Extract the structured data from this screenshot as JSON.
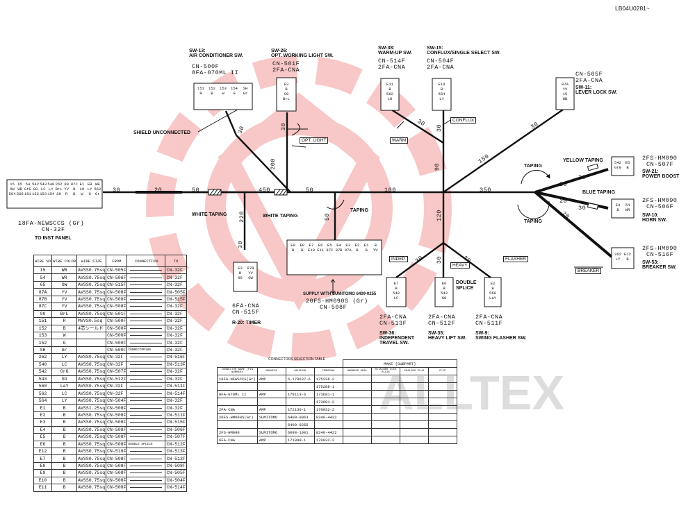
{
  "doc_id": "LB04U0281~",
  "watermark": "ALLTEX",
  "main_connector": {
    "name": "18FA-NEWSCCS (Gr)",
    "code": "CN-32F",
    "note": "TO INST PANEL"
  },
  "trunk_lengths": {
    "l30": "30",
    "l20": "20",
    "l50a": "50",
    "l450": "450",
    "l50b": "50",
    "l100": "100",
    "l350": "350",
    "l200": "200",
    "l220": "220",
    "l50c": "50",
    "l120": "120",
    "l90": "90",
    "l150": "150"
  },
  "branch_lengths": {
    "sw13": "30",
    "sw26": "30",
    "sw38": "30",
    "sw15": "30",
    "sw11": "30",
    "r20": "30",
    "sw21a": "30",
    "sw21b": "20",
    "sw10a": "30",
    "sw10b": "20",
    "sw53": "20",
    "sw36": "30",
    "sw35": "30",
    "sw9": "30"
  },
  "notes": {
    "shield": "SHIELD UNCONNECTED",
    "white_taping_1": "WHITE TAPING",
    "white_taping_2": "WHITE TAPING",
    "taping_1": "TAPING",
    "taping_2": "TAPING",
    "taping_3": "TAPING",
    "yellow_taping": "YELLOW TAPING",
    "blue_taping": "BLUE TAPING",
    "double_splice": "DOUBLE SPLICE",
    "supply": "SUPPLY WITH SUMITOMO 6409-0255"
  },
  "tags": {
    "opt_light": "OPT. LIGHT",
    "warm": "WARM",
    "conflux": "CONFLUX",
    "indep": "INDEP.",
    "heavy": "HEAVY",
    "flasher": "FLASHER",
    "breaker": "BREAKER"
  },
  "switches": {
    "sw13": {
      "title": "SW-13:",
      "desc": "AIR CONDITIONER SW.",
      "cn": "CN-500F",
      "part": "8FA-070ML II"
    },
    "sw26": {
      "title": "SW-26:",
      "desc": "OPT. WORKING LIGHT SW.",
      "cn": "CN-501F",
      "part": "2FA-CNA"
    },
    "sw38": {
      "title": "SW-38:",
      "desc": "WARM-UP SW.",
      "cn": "CN-514F",
      "part": "2FA-CNA"
    },
    "sw15": {
      "title": "SW-15:",
      "desc": "CONFLUX/SINGLE SELECT SW.",
      "cn": "CN-504F",
      "part": "2FA-CNA"
    },
    "sw11": {
      "cn": "CN-505F",
      "part": "2FA-CNA",
      "title": "SW-11:",
      "desc": "LEVER LOCK SW."
    },
    "sw21": {
      "part": "2FS-HM090",
      "cn": "CN-507F",
      "title": "SW-21:",
      "desc": "POWER BOOST"
    },
    "sw10": {
      "part": "2FS-HM090",
      "cn": "CN-506F",
      "title": "SW-10:",
      "desc": "HORN SW."
    },
    "sw53": {
      "part": "2FS-HM090",
      "cn": "CN-516F",
      "title": "SW-53:",
      "desc": "BREAKER SW."
    },
    "r20": {
      "part": "6FA-CNA",
      "cn": "CN-515F",
      "title": "R-20: TIMER"
    },
    "cn508": {
      "part": "20FS-HM090S (Gr)",
      "cn": "CN-508F"
    },
    "sw36": {
      "part": "2FA-CNA",
      "cn": "CN-513F",
      "title": "SW-36:",
      "desc1": "INDEPENDENT",
      "desc2": "TRAVEL SW."
    },
    "sw35": {
      "part": "2FA-CNA",
      "cn": "CN-512F",
      "title": "SW-35:",
      "desc": "HEAVY LIFT SW."
    },
    "sw9": {
      "part": "2FA-CNA",
      "cn": "CN-511F",
      "title": "SW-9:",
      "desc": "SWING FLASHER SW."
    }
  },
  "wire_table": {
    "headers": [
      "WIRE NO",
      "WIRE COLOR",
      "WIRE SIZE",
      "FROM",
      "CONNECTION",
      "TO"
    ],
    "rows": [
      [
        "15",
        "WB",
        "AVSS0.75sq",
        "CN-505F",
        "",
        "CN-32F"
      ],
      [
        "54",
        "WR",
        "AVSS0.75sq",
        "CN-506F",
        "",
        "CN-32F"
      ],
      [
        "65",
        "OW",
        "AVSS0.75sq",
        "CN-515F",
        "",
        "CN-32F"
      ],
      [
        "87A",
        "YV",
        "AVSS0.75sq",
        "CN-508F",
        "",
        "CN-505F"
      ],
      [
        "87B",
        "YV",
        "AVSS0.75sq",
        "CN-508F",
        "",
        "CN-515F"
      ],
      [
        "87C",
        "YV",
        "AVSS0.75sq",
        "CN-508F",
        "",
        "CN-32F"
      ],
      [
        "99",
        "BrL",
        "AVSS0.75sq",
        "CN-501F",
        "",
        "CN-32F"
      ],
      [
        "151",
        "R",
        "MVVS0.5sq",
        "CN-500F",
        "",
        "CN-32F"
      ],
      [
        "152",
        "B",
        "4芯シールド",
        "CN-500F",
        "",
        "CN-32F"
      ],
      [
        "153",
        "W",
        "",
        "CN-500F",
        "",
        "CN-32F"
      ],
      [
        "152",
        "G",
        "",
        "CN-500F",
        "",
        "CN-32F"
      ],
      [
        "SH",
        "Gr",
        "",
        "CN-500F",
        "CONNECTOR180",
        "CN-32F"
      ],
      [
        "262",
        "LY",
        "AVSS0.75sq",
        "CN-32F",
        "",
        "CN-516F"
      ],
      [
        "540",
        "LC",
        "AVSS0.75sq",
        "CN-32F",
        "",
        "CN-513F"
      ],
      [
        "542",
        "GrG",
        "AVSS0.75sq",
        "CN-507F",
        "",
        "CN-32F"
      ],
      [
        "543",
        "GO",
        "AVSS0.75sq",
        "CN-512F",
        "",
        "CN-32F"
      ],
      [
        "560",
        "LaY",
        "AVSS0.75sq",
        "CN-32F",
        "",
        "CN-511F"
      ],
      [
        "562",
        "LC",
        "AVSS0.75sq",
        "CN-32F",
        "",
        "CN-514F"
      ],
      [
        "564",
        "LY",
        "AVSS0.75sq",
        "CN-504F",
        "",
        "CN-32F"
      ],
      [
        "E1",
        "B",
        "AVSS1.25sq",
        "CN-508F",
        "",
        "CN-32F"
      ],
      [
        "E2",
        "B",
        "AVSS0.75sq",
        "CN-508F",
        "",
        "CN-511F"
      ],
      [
        "E3",
        "B",
        "AVSS0.75sq",
        "CN-508F",
        "",
        "CN-515F"
      ],
      [
        "E4",
        "B",
        "AVSS0.75sq",
        "CN-508F",
        "",
        "CN-506F"
      ],
      [
        "E5",
        "B",
        "AVSS0.75sq",
        "CN-508F",
        "",
        "CN-507F"
      ],
      [
        "E6",
        "B",
        "AVSS0.75sq",
        "CN-508F",
        "DOUBLE SPLICE",
        "CN-512F"
      ],
      [
        "E12",
        "B",
        "AVSS0.75sq",
        "CN-516F",
        "",
        "CN-513F"
      ],
      [
        "E7",
        "B",
        "AVSS0.75sq",
        "CN-508F",
        "",
        "CN-513F"
      ],
      [
        "E8",
        "B",
        "AVSS0.75sq",
        "CN-508F",
        "",
        "CN-508F"
      ],
      [
        "E9",
        "B",
        "AVSS0.75sq",
        "CN-508F",
        "",
        "CN-505F"
      ],
      [
        "E10",
        "B",
        "AVSS0.75sq",
        "CN-508F",
        "",
        "CN-504F"
      ],
      [
        "E11",
        "B",
        "AVSS0.75sq",
        "CN-508F",
        "",
        "CN-514F"
      ]
    ]
  },
  "conn_table": {
    "title": "CONNECTORS SELECTION TABLE",
    "group": "MAKE (SUBPART)",
    "headers": [
      "CONNECTOR NAME (PIN NUMBER)",
      "MANUFAC",
      "HOUSING",
      "TERMINAL",
      "HARNESS SEAL",
      "RETAINER LOCK PLATE",
      "SEALING PLUG",
      "CLIP"
    ],
    "rows": [
      [
        "18FA-NEWSCCS(Gr)",
        "AMP",
        "6-178637-6",
        "175236-2",
        "",
        "",
        "",
        ""
      ],
      [
        "",
        "",
        "",
        "175288-1",
        "",
        "",
        "",
        ""
      ],
      [
        "8FA-070ML II",
        "AMP",
        "179113-6",
        "173681-1",
        "",
        "",
        "",
        ""
      ],
      [
        "",
        "",
        "",
        "173681-2",
        "",
        "",
        "",
        ""
      ],
      [
        "2FA-CNA",
        "AMP",
        "172130-1",
        "170032-2",
        "",
        "",
        "",
        ""
      ],
      [
        "20FS-HM090S(Gr)",
        "SUMITOMO",
        "6409-0063",
        "8240-4422",
        "",
        "",
        "",
        ""
      ],
      [
        "",
        "",
        "6409-0255",
        "",
        "",
        "",
        "",
        ""
      ],
      [
        "2FS-HM090",
        "SUMITOMO",
        "6098-1001",
        "8240-4422",
        "",
        "",
        "",
        ""
      ],
      [
        "6FA-CNA",
        "AMP",
        "171898-1",
        "170032-2",
        "",
        "",
        "",
        ""
      ]
    ]
  },
  "pins": {
    "cn32": [
      "15",
      "65",
      "54",
      "542",
      "543",
      "540",
      "262",
      "99",
      "87C",
      "E1",
      "EB",
      "WB",
      "OW",
      "WR",
      "GrG",
      "GO",
      "LC",
      "LY",
      "BrL",
      "YV",
      "B",
      "LO",
      "LY",
      "562",
      "564",
      "560",
      "151",
      "152",
      "153",
      "154",
      "SH",
      "R",
      "B",
      "W",
      "G",
      "Gr"
    ],
    "cn500": [
      "151",
      "152",
      "153",
      "154",
      "SH",
      "R",
      "B",
      "W",
      "G",
      "Gr"
    ],
    "cn501": [
      "E3",
      "B",
      "99",
      "BrL"
    ],
    "cn514": [
      "E11",
      "B",
      "562",
      "LO"
    ],
    "cn504": [
      "E10",
      "B",
      "564",
      "LY"
    ],
    "cn505": [
      "87A",
      "YV",
      "15",
      "WB"
    ],
    "cn507": [
      "542",
      "E5",
      "GrG",
      "B"
    ],
    "cn506": [
      "E4",
      "54",
      "B",
      "WR"
    ],
    "cn516": [
      "262",
      "E12",
      "LY",
      "B"
    ],
    "cn515": [
      "E3",
      "87B",
      "B",
      "YV",
      "65",
      "OW"
    ],
    "cn513": [
      "E7",
      "B",
      "540",
      "LC"
    ],
    "cn512": [
      "E6",
      "B",
      "543",
      "GO"
    ],
    "cn511": [
      "E2",
      "B",
      "560",
      "LaY"
    ],
    "cn508": [
      "E9",
      "E8",
      "E7",
      "E6",
      "E5",
      "E4",
      "E3",
      "E2",
      "E1",
      "B",
      "B",
      "B",
      "E10",
      "E11",
      "87C",
      "87B",
      "87A",
      "B",
      "B",
      "YV"
    ]
  }
}
